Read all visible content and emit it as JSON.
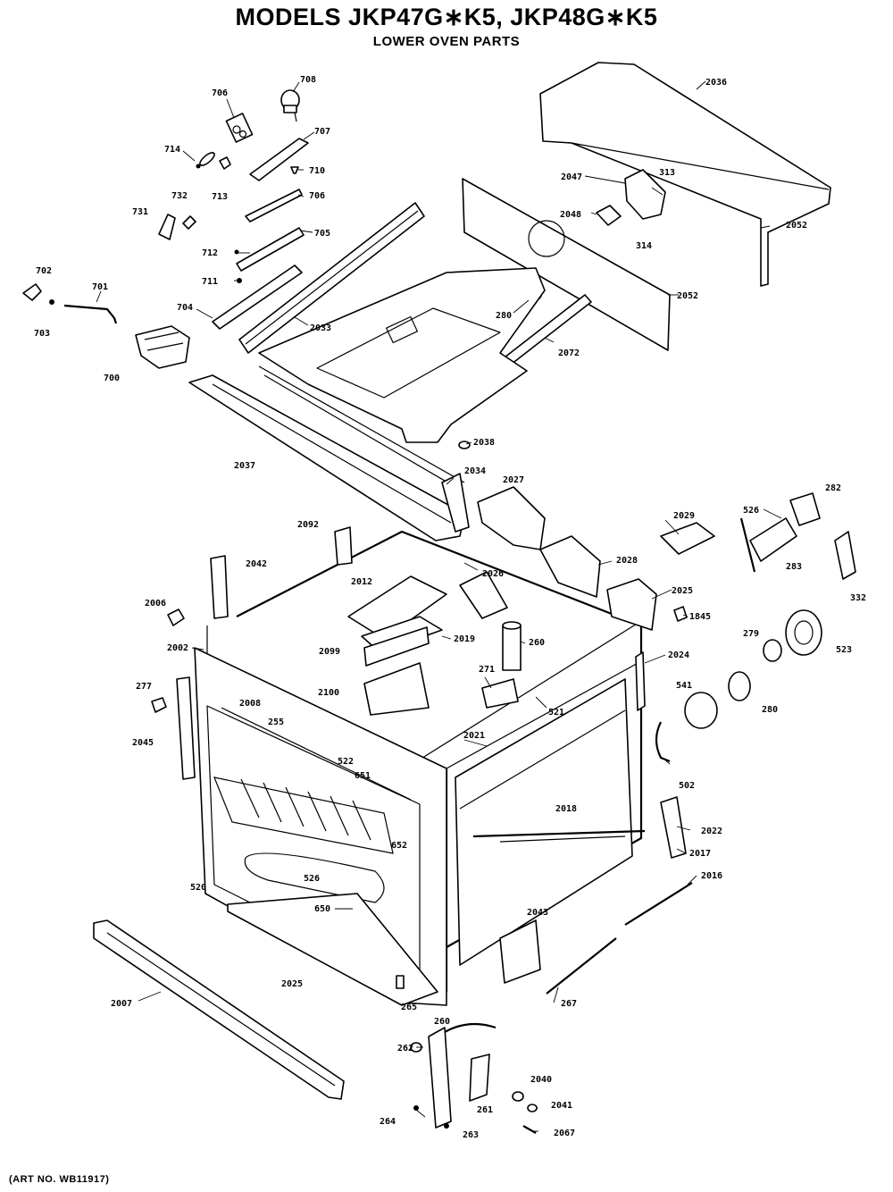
{
  "title": "MODELS JKP47G∗K5, JKP48G∗K5",
  "subtitle": "LOWER OVEN PARTS",
  "art_no": "(ART NO. WB11917)",
  "labels": [
    {
      "id": "706",
      "text": "706"
    },
    {
      "id": "708",
      "text": "708"
    },
    {
      "id": "707",
      "text": "707"
    },
    {
      "id": "714",
      "text": "714"
    },
    {
      "id": "713",
      "text": "713"
    },
    {
      "id": "710",
      "text": "710"
    },
    {
      "id": "731",
      "text": "731"
    },
    {
      "id": "732",
      "text": "732"
    },
    {
      "id": "706b",
      "text": "706"
    },
    {
      "id": "712",
      "text": "712"
    },
    {
      "id": "705",
      "text": "705"
    },
    {
      "id": "702",
      "text": "702"
    },
    {
      "id": "701",
      "text": "701"
    },
    {
      "id": "711",
      "text": "711"
    },
    {
      "id": "703",
      "text": "703"
    },
    {
      "id": "704",
      "text": "704"
    },
    {
      "id": "700",
      "text": "700"
    },
    {
      "id": "2033",
      "text": "2033"
    },
    {
      "id": "2036",
      "text": "2036"
    },
    {
      "id": "2047",
      "text": "2047"
    },
    {
      "id": "313",
      "text": "313"
    },
    {
      "id": "2048",
      "text": "2048"
    },
    {
      "id": "314",
      "text": "314"
    },
    {
      "id": "2052a",
      "text": "2052"
    },
    {
      "id": "2052b",
      "text": "2052"
    },
    {
      "id": "280a",
      "text": "280"
    },
    {
      "id": "2072",
      "text": "2072"
    },
    {
      "id": "2038",
      "text": "2038"
    },
    {
      "id": "2037",
      "text": "2037"
    },
    {
      "id": "2034",
      "text": "2034"
    },
    {
      "id": "2027",
      "text": "2027"
    },
    {
      "id": "2029",
      "text": "2029"
    },
    {
      "id": "526",
      "text": "526"
    },
    {
      "id": "282",
      "text": "282"
    },
    {
      "id": "2092",
      "text": "2092"
    },
    {
      "id": "2042",
      "text": "2042"
    },
    {
      "id": "2026",
      "text": "2026"
    },
    {
      "id": "2028",
      "text": "2028"
    },
    {
      "id": "283",
      "text": "283"
    },
    {
      "id": "332",
      "text": "332"
    },
    {
      "id": "2006",
      "text": "2006"
    },
    {
      "id": "2012",
      "text": "2012"
    },
    {
      "id": "2025a",
      "text": "2025"
    },
    {
      "id": "1845",
      "text": "1845"
    },
    {
      "id": "2002",
      "text": "2002"
    },
    {
      "id": "2019",
      "text": "2019"
    },
    {
      "id": "260a",
      "text": "260"
    },
    {
      "id": "279",
      "text": "279"
    },
    {
      "id": "523",
      "text": "523"
    },
    {
      "id": "2099",
      "text": "2099"
    },
    {
      "id": "2024",
      "text": "2024"
    },
    {
      "id": "271",
      "text": "271"
    },
    {
      "id": "2100",
      "text": "2100"
    },
    {
      "id": "277",
      "text": "277"
    },
    {
      "id": "521",
      "text": "521"
    },
    {
      "id": "541",
      "text": "541"
    },
    {
      "id": "280b",
      "text": "280"
    },
    {
      "id": "2008",
      "text": "2008"
    },
    {
      "id": "255",
      "text": "255"
    },
    {
      "id": "2045",
      "text": "2045"
    },
    {
      "id": "2021",
      "text": "2021"
    },
    {
      "id": "522",
      "text": "522"
    },
    {
      "id": "651",
      "text": "651"
    },
    {
      "id": "502",
      "text": "502"
    },
    {
      "id": "2018",
      "text": "2018"
    },
    {
      "id": "2022",
      "text": "2022"
    },
    {
      "id": "652",
      "text": "652"
    },
    {
      "id": "2017",
      "text": "2017"
    },
    {
      "id": "526b",
      "text": "526"
    },
    {
      "id": "2016",
      "text": "2016"
    },
    {
      "id": "520",
      "text": "520"
    },
    {
      "id": "650",
      "text": "650"
    },
    {
      "id": "2043",
      "text": "2043"
    },
    {
      "id": "2025b",
      "text": "2025"
    },
    {
      "id": "2007",
      "text": "2007"
    },
    {
      "id": "265",
      "text": "265"
    },
    {
      "id": "267",
      "text": "267"
    },
    {
      "id": "260b",
      "text": "260"
    },
    {
      "id": "262",
      "text": "262"
    },
    {
      "id": "2040",
      "text": "2040"
    },
    {
      "id": "261",
      "text": "261"
    },
    {
      "id": "2041",
      "text": "2041"
    },
    {
      "id": "264",
      "text": "264"
    },
    {
      "id": "263",
      "text": "263"
    },
    {
      "id": "2067",
      "text": "2067"
    }
  ]
}
